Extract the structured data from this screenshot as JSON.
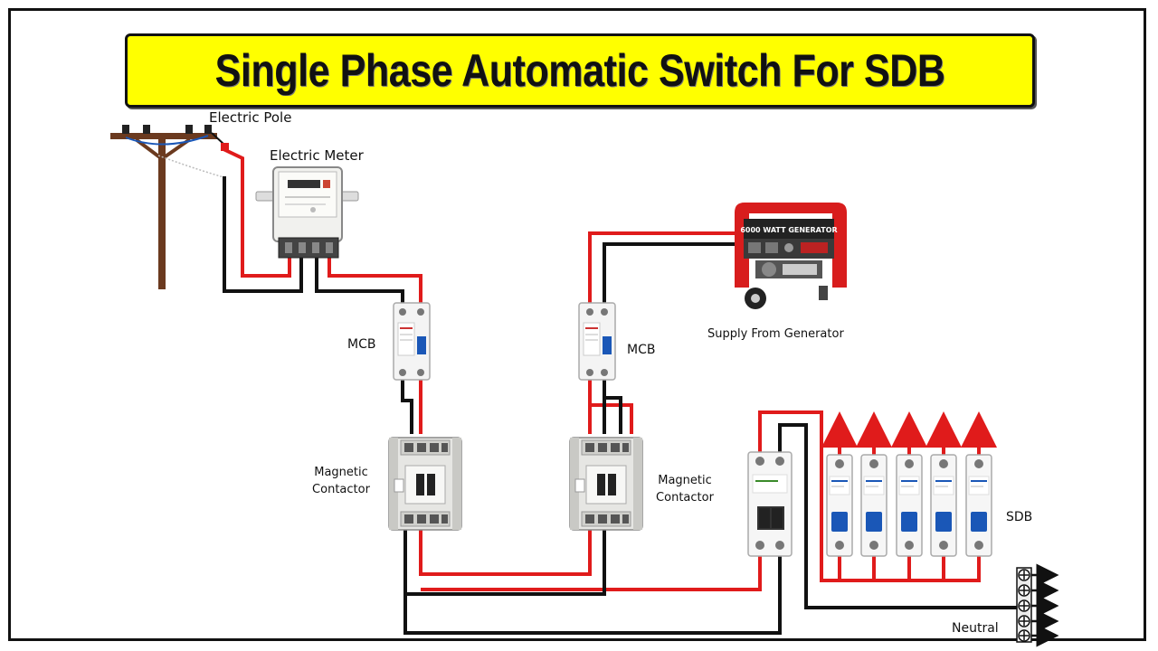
{
  "title": "Single Phase Automatic Switch For SDB",
  "labels": {
    "electric_pole": "Electric Pole",
    "electric_meter": "Electric Meter",
    "mcb_left": "MCB",
    "mcb_right": "MCB",
    "supply_from_generator": "Supply From Generator",
    "magnetic_contactor_left": [
      "Magnetic",
      "Contactor"
    ],
    "magnetic_contactor_right": [
      "Magnetic",
      "Contactor"
    ],
    "sdb": "SDB",
    "neutral": "Neutral"
  },
  "device_text": {
    "generator_panel": "6000 WATT GENERATOR"
  },
  "colors": {
    "live_wire": "#e01b1b",
    "neutral_wire": "#111111",
    "banner": "#ffff00",
    "frame": "#111111"
  },
  "icons": [
    "electric-pole-icon",
    "electric-meter-icon",
    "mcb-icon",
    "magnetic-contactor-icon",
    "generator-icon",
    "double-pole-mcb-icon",
    "sdb-mcb-icon",
    "neutral-link-icon",
    "output-arrow-icon"
  ]
}
